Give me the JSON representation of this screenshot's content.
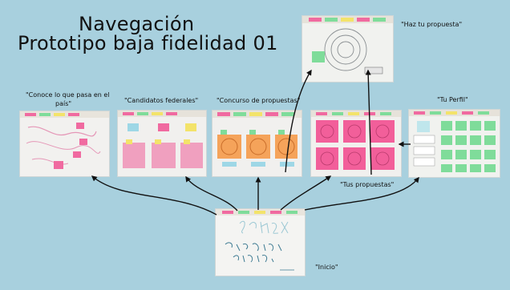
{
  "title": {
    "line1": "Navegación",
    "line2": "Prototipo baja fidelidad 01"
  },
  "screens": {
    "conoce": {
      "label_line1": "\"Conoce lo que pasa en el",
      "label_line2": "país\""
    },
    "candidatos": {
      "label": "\"Candidatos federales\""
    },
    "concurso": {
      "label": "\"Concurso de propuestas\""
    },
    "haz": {
      "label": "\"Haz tu propuesta\""
    },
    "perfil": {
      "label": "\"Tu Perfil\""
    },
    "tus": {
      "label": "\"Tus propuestas\""
    },
    "inicio": {
      "label": "\"Inicio\""
    }
  },
  "colors": {
    "background": "#a8d0de",
    "pink": "#f06aa0",
    "orange": "#f5a35a",
    "green": "#7fdc9a",
    "yellow": "#f3e36a",
    "arrow": "#111111"
  }
}
